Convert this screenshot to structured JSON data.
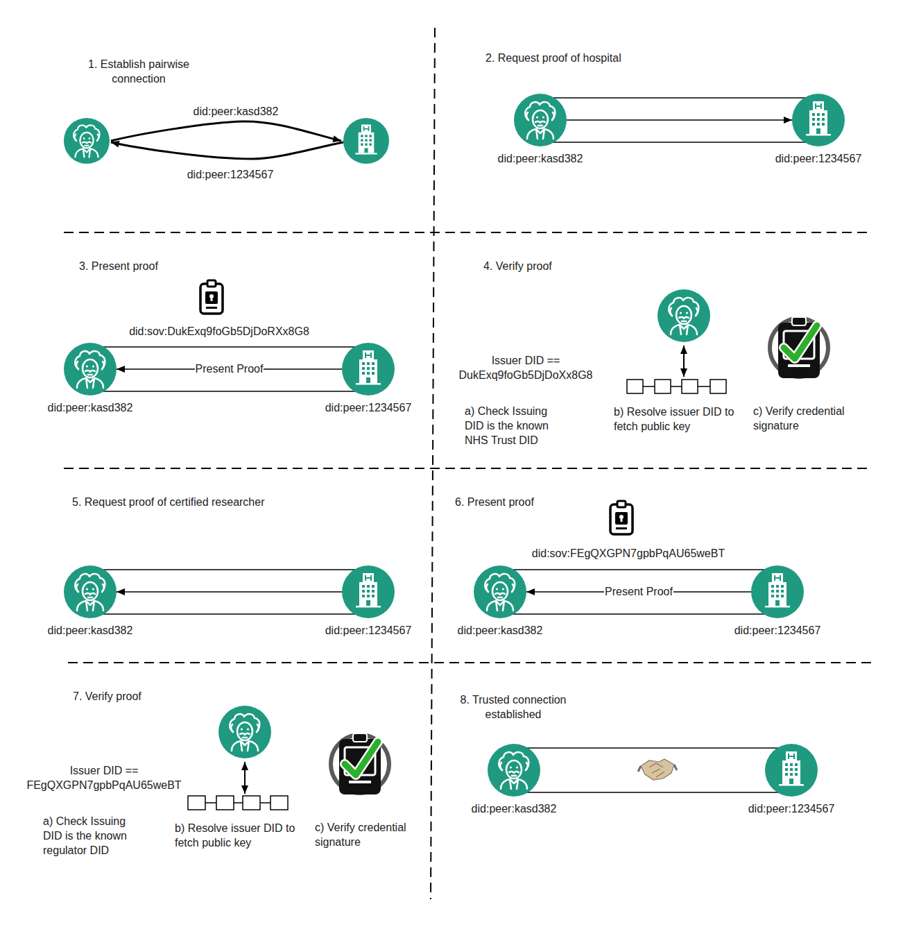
{
  "diagram": {
    "nodes": [
      {
        "text": [
          "did:peer:kasd382"
        ]
      },
      {
        "text": [
          "did:peer:1234567"
        ]
      },
      {
        "text": [
          "did:peer:kasd382"
        ]
      },
      {
        "text": [
          "did:peer:1234567"
        ]
      },
      {
        "text": [
          "did:peer:kasd382"
        ]
      },
      {
        "text": [
          "did:peer:1234567"
        ]
      },
      {
        "text": [
          "did:peer:kasd382"
        ]
      },
      {
        "text": [
          "did:peer:1234567"
        ]
      },
      {
        "text": [
          "did:peer:kasd382"
        ]
      },
      {
        "text": [
          "did:peer:1234567"
        ]
      }
    ],
    "edges": [
      {
        "from": 0,
        "to": 1,
        "arrow": "to"
      },
      {
        "from": 3,
        "to": 2,
        "arrow": "to",
        "label": "Present Proof"
      },
      {
        "from": 5,
        "to": 4,
        "arrow": "to"
      },
      {
        "from": 7,
        "to": 6,
        "arrow": "to",
        "label": "Present Proof"
      }
    ],
    "labels": [
      "1. Establish pairwise connection",
      "did:peer:kasd382",
      "did:peer:1234567",
      "2. Request proof of hospital",
      "3. Present proof",
      "did:sov:DukExq9foGb5DjDoRXx8G8",
      "4. Verify proof",
      "Issuer DID == DukExq9foGb5DjDoXx8G8",
      "a) Check Issuing DID is the known NHS Trust DID",
      "b) Resolve issuer DID to fetch public key",
      "c) Verify credential signature",
      "5. Request proof of certified researcher",
      "6. Present proof",
      "did:sov:FEgQXGPN7gpbPqAU65weBT",
      "7. Verify proof",
      "Issuer DID == FEgQXGPN7gpbPqAU65weBT",
      "a) Check Issuing DID is the known regulator DID",
      "b) Resolve issuer DID to fetch public key",
      "c) Verify credential signature",
      "8. Trusted connection established"
    ]
  }
}
